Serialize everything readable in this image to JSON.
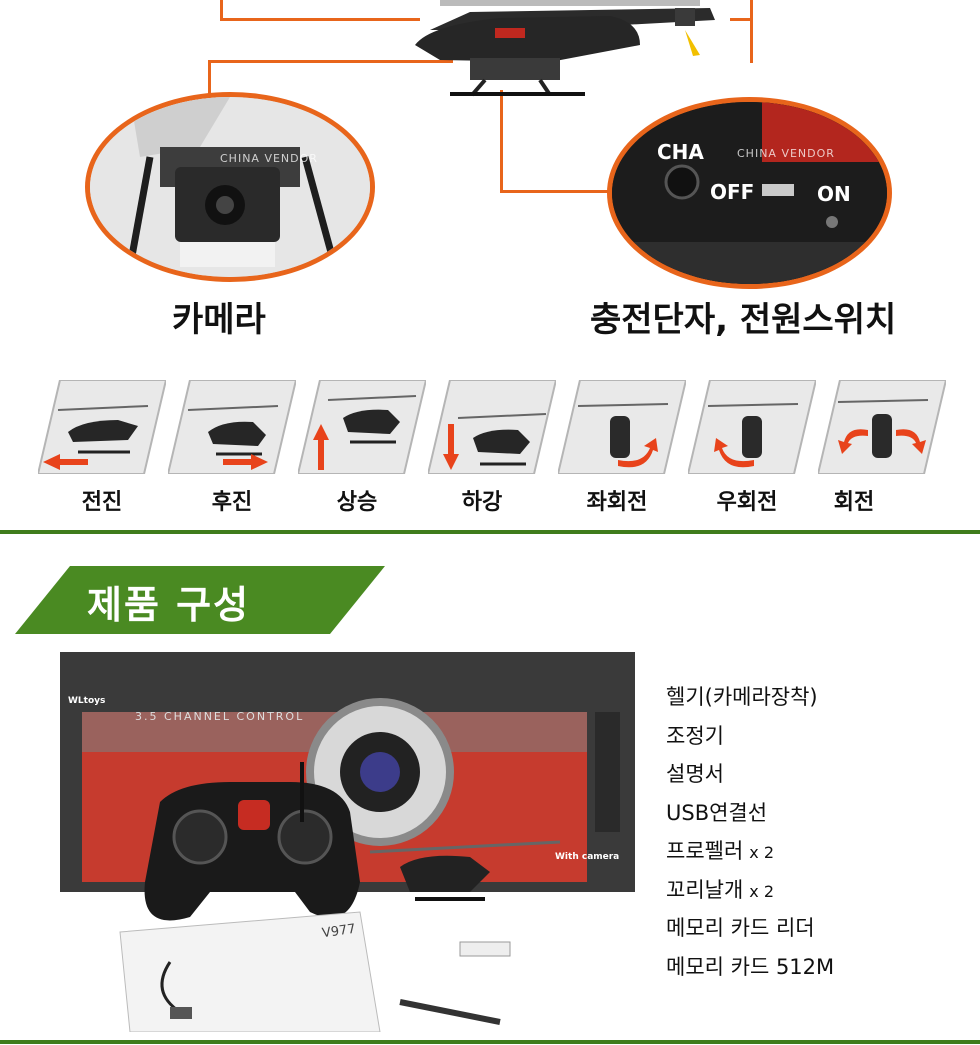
{
  "callouts": {
    "camera_caption": "카메라",
    "switch_caption": "충전단자, 전원스위치",
    "switch_labels": {
      "cha": "CHA",
      "off": "OFF",
      "on": "ON"
    },
    "watermark": "CHINA VENDOR"
  },
  "movements": [
    {
      "label": "전진",
      "arrow": "left-arrow"
    },
    {
      "label": "후진",
      "arrow": "right-arrow"
    },
    {
      "label": "상승",
      "arrow": "up-arrow"
    },
    {
      "label": "하강",
      "arrow": "down-arrow"
    },
    {
      "label": "좌회전",
      "arrow": "rotate-right-arrow"
    },
    {
      "label": "우회전",
      "arrow": "rotate-left-arrow"
    },
    {
      "label": "회전",
      "arrow": "rotate-both-arrow"
    }
  ],
  "section": {
    "title": "제품 구성"
  },
  "box_print": {
    "brand": "WLtoys",
    "channel": "3.5 CHANNEL CONTROL",
    "badge": "With camera",
    "model": "V977"
  },
  "components": [
    {
      "name": "헬기(카메라장착)",
      "qty": ""
    },
    {
      "name": "조정기",
      "qty": ""
    },
    {
      "name": "설명서",
      "qty": ""
    },
    {
      "name": "USB연결선",
      "qty": ""
    },
    {
      "name": "프로펠러",
      "qty": "x 2"
    },
    {
      "name": "꼬리날개",
      "qty": "x 2"
    },
    {
      "name": "메모리 카드 리더",
      "qty": ""
    },
    {
      "name": "메모리 카드 512M",
      "qty": ""
    }
  ],
  "colors": {
    "accent_orange": "#e8651b",
    "green": "#3f7c1c",
    "banner_green": "#4a8a22",
    "arrow_red": "#e8431b"
  }
}
